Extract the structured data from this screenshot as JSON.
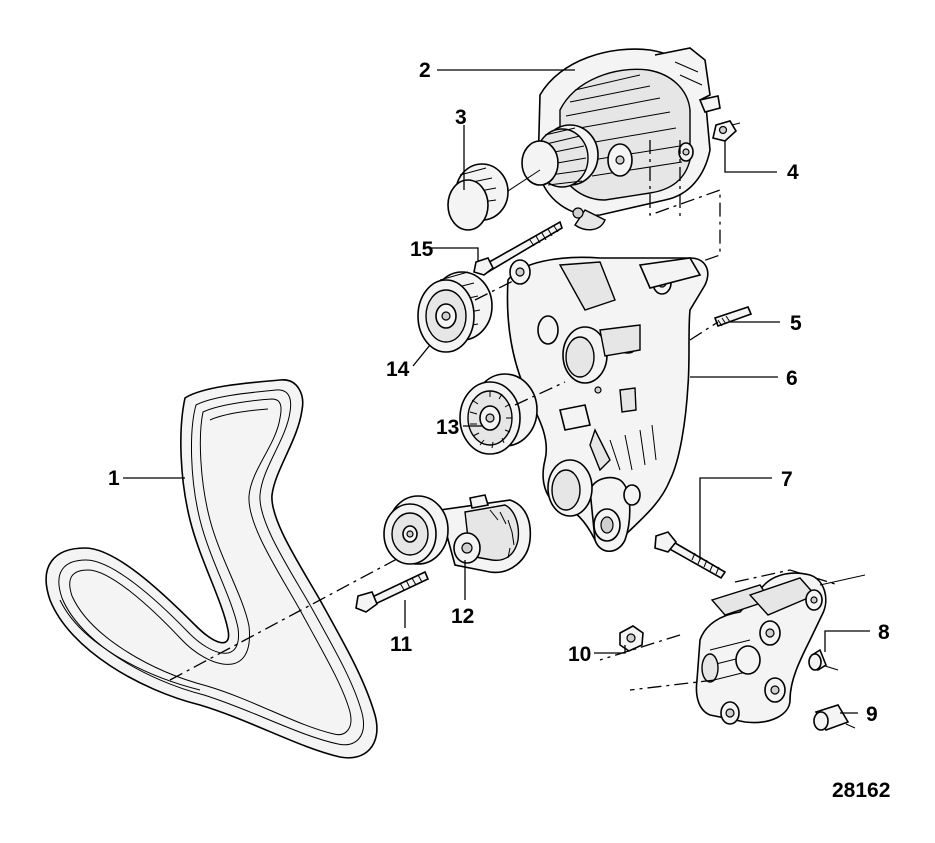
{
  "callouts": [
    {
      "id": "c1",
      "label": "1"
    },
    {
      "id": "c2",
      "label": "2"
    },
    {
      "id": "c3",
      "label": "3"
    },
    {
      "id": "c4",
      "label": "4"
    },
    {
      "id": "c5",
      "label": "5"
    },
    {
      "id": "c6",
      "label": "6"
    },
    {
      "id": "c7",
      "label": "7"
    },
    {
      "id": "c8",
      "label": "8"
    },
    {
      "id": "c9",
      "label": "9"
    },
    {
      "id": "c10",
      "label": "10"
    },
    {
      "id": "c11",
      "label": "11"
    },
    {
      "id": "c12",
      "label": "12"
    },
    {
      "id": "c13",
      "label": "13"
    },
    {
      "id": "c14",
      "label": "14"
    },
    {
      "id": "c15",
      "label": "15"
    }
  ],
  "figure_number": "28162"
}
